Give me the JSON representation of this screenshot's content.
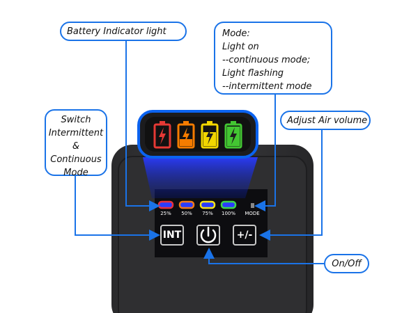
{
  "callouts": {
    "battery": "Battery Indicator light",
    "mode": [
      "Mode:",
      "Light on",
      "--continuous mode;",
      "Light flashing",
      "--intermittent mode"
    ],
    "switch": [
      "Switch",
      "Intermittent",
      "&",
      "Continuous",
      "Mode"
    ],
    "air": "Adjust Air volume",
    "onoff": "On/Off"
  },
  "panel": {
    "levels": [
      "25%",
      "50%",
      "75%",
      "100%"
    ],
    "mode_label": "MODE",
    "buttons": {
      "int": "INT",
      "power": "power-icon",
      "adjust": "+/-"
    }
  },
  "colors": {
    "callout_border": "#1a73e8",
    "battery_levels": [
      "#e53935",
      "#f57c00",
      "#f2d600",
      "#43c632"
    ],
    "led_outlines": [
      "#e8323c",
      "#f07a1a",
      "#f5e21c",
      "#3fd64a"
    ]
  },
  "icons": [
    "battery-red-icon",
    "battery-orange-icon",
    "battery-yellow-icon",
    "battery-green-icon",
    "lightning-icon",
    "power-icon"
  ]
}
